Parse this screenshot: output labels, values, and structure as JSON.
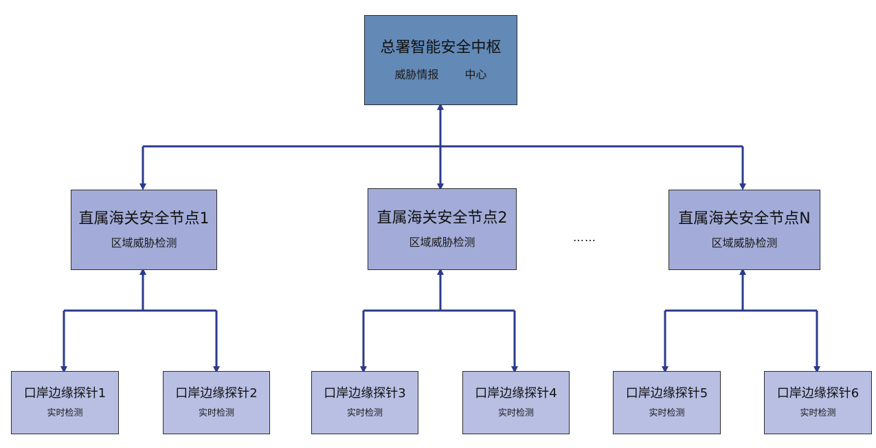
{
  "hub": {
    "title": "总署智能安全中枢",
    "sub_left": "威胁情报",
    "sub_right": "中心"
  },
  "nodes": [
    {
      "title": "直属海关安全节点1",
      "sub": "区域威胁检测"
    },
    {
      "title": "直属海关安全节点2",
      "sub": "区域威胁检测"
    },
    {
      "title": "直属海关安全节点N",
      "sub": "区域威胁检测"
    }
  ],
  "ellipsis": "……",
  "probes": [
    {
      "title": "口岸边缘探针1",
      "sub": "实时检测"
    },
    {
      "title": "口岸边缘探针2",
      "sub": "实时检测"
    },
    {
      "title": "口岸边缘探针3",
      "sub": "实时检测"
    },
    {
      "title": "口岸边缘探针4",
      "sub": "实时检测"
    },
    {
      "title": "口岸边缘探针5",
      "sub": "实时检测"
    },
    {
      "title": "口岸边缘探针6",
      "sub": "实时检测"
    }
  ],
  "colors": {
    "line": "#2b3a8c",
    "hub_fill": "#6389b6",
    "node_fill": "#a3acd8",
    "probe_fill": "#b8bfe3"
  }
}
